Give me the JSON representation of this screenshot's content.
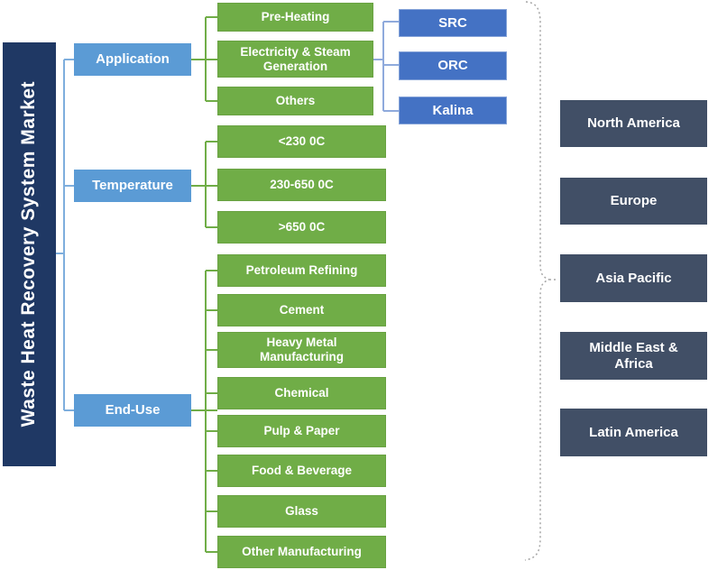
{
  "palette": {
    "navy": "#1F3864",
    "light_blue": "#5B9BD5",
    "green": "#70AD47",
    "blue": "#4472C4",
    "slate": "#414F66",
    "connector_blue": "#7EAEDD",
    "connector_green": "#70AD47",
    "connector_subblue": "#8FAADC",
    "brace_gray": "#A6A6A6"
  },
  "banner": {
    "label": "Waste Heat Recovery System Market"
  },
  "categories": [
    {
      "label": "Application",
      "items": [
        {
          "label": "Pre-Heating"
        },
        {
          "label": "Electricity & Steam Generation"
        },
        {
          "label": "Others"
        }
      ]
    },
    {
      "label": "Temperature",
      "items": [
        {
          "label": "<230 0C"
        },
        {
          "label": "230-650 0C"
        },
        {
          "label": ">650 0C"
        }
      ]
    },
    {
      "label": "End-Use",
      "items": [
        {
          "label": "Petroleum Refining"
        },
        {
          "label": "Cement"
        },
        {
          "label": "Heavy Metal Manufacturing"
        },
        {
          "label": "Chemical"
        },
        {
          "label": "Pulp & Paper"
        },
        {
          "label": "Food & Beverage"
        },
        {
          "label": "Glass"
        },
        {
          "label": "Other Manufacturing"
        }
      ]
    }
  ],
  "application_sub": {
    "parent": "Electricity & Steam Generation",
    "items": [
      {
        "label": "SRC"
      },
      {
        "label": "ORC"
      },
      {
        "label": "Kalina"
      }
    ]
  },
  "regions": [
    {
      "label": "North America"
    },
    {
      "label": "Europe"
    },
    {
      "label": "Asia Pacific"
    },
    {
      "label": "Middle East & Africa"
    },
    {
      "label": "Latin America"
    }
  ]
}
